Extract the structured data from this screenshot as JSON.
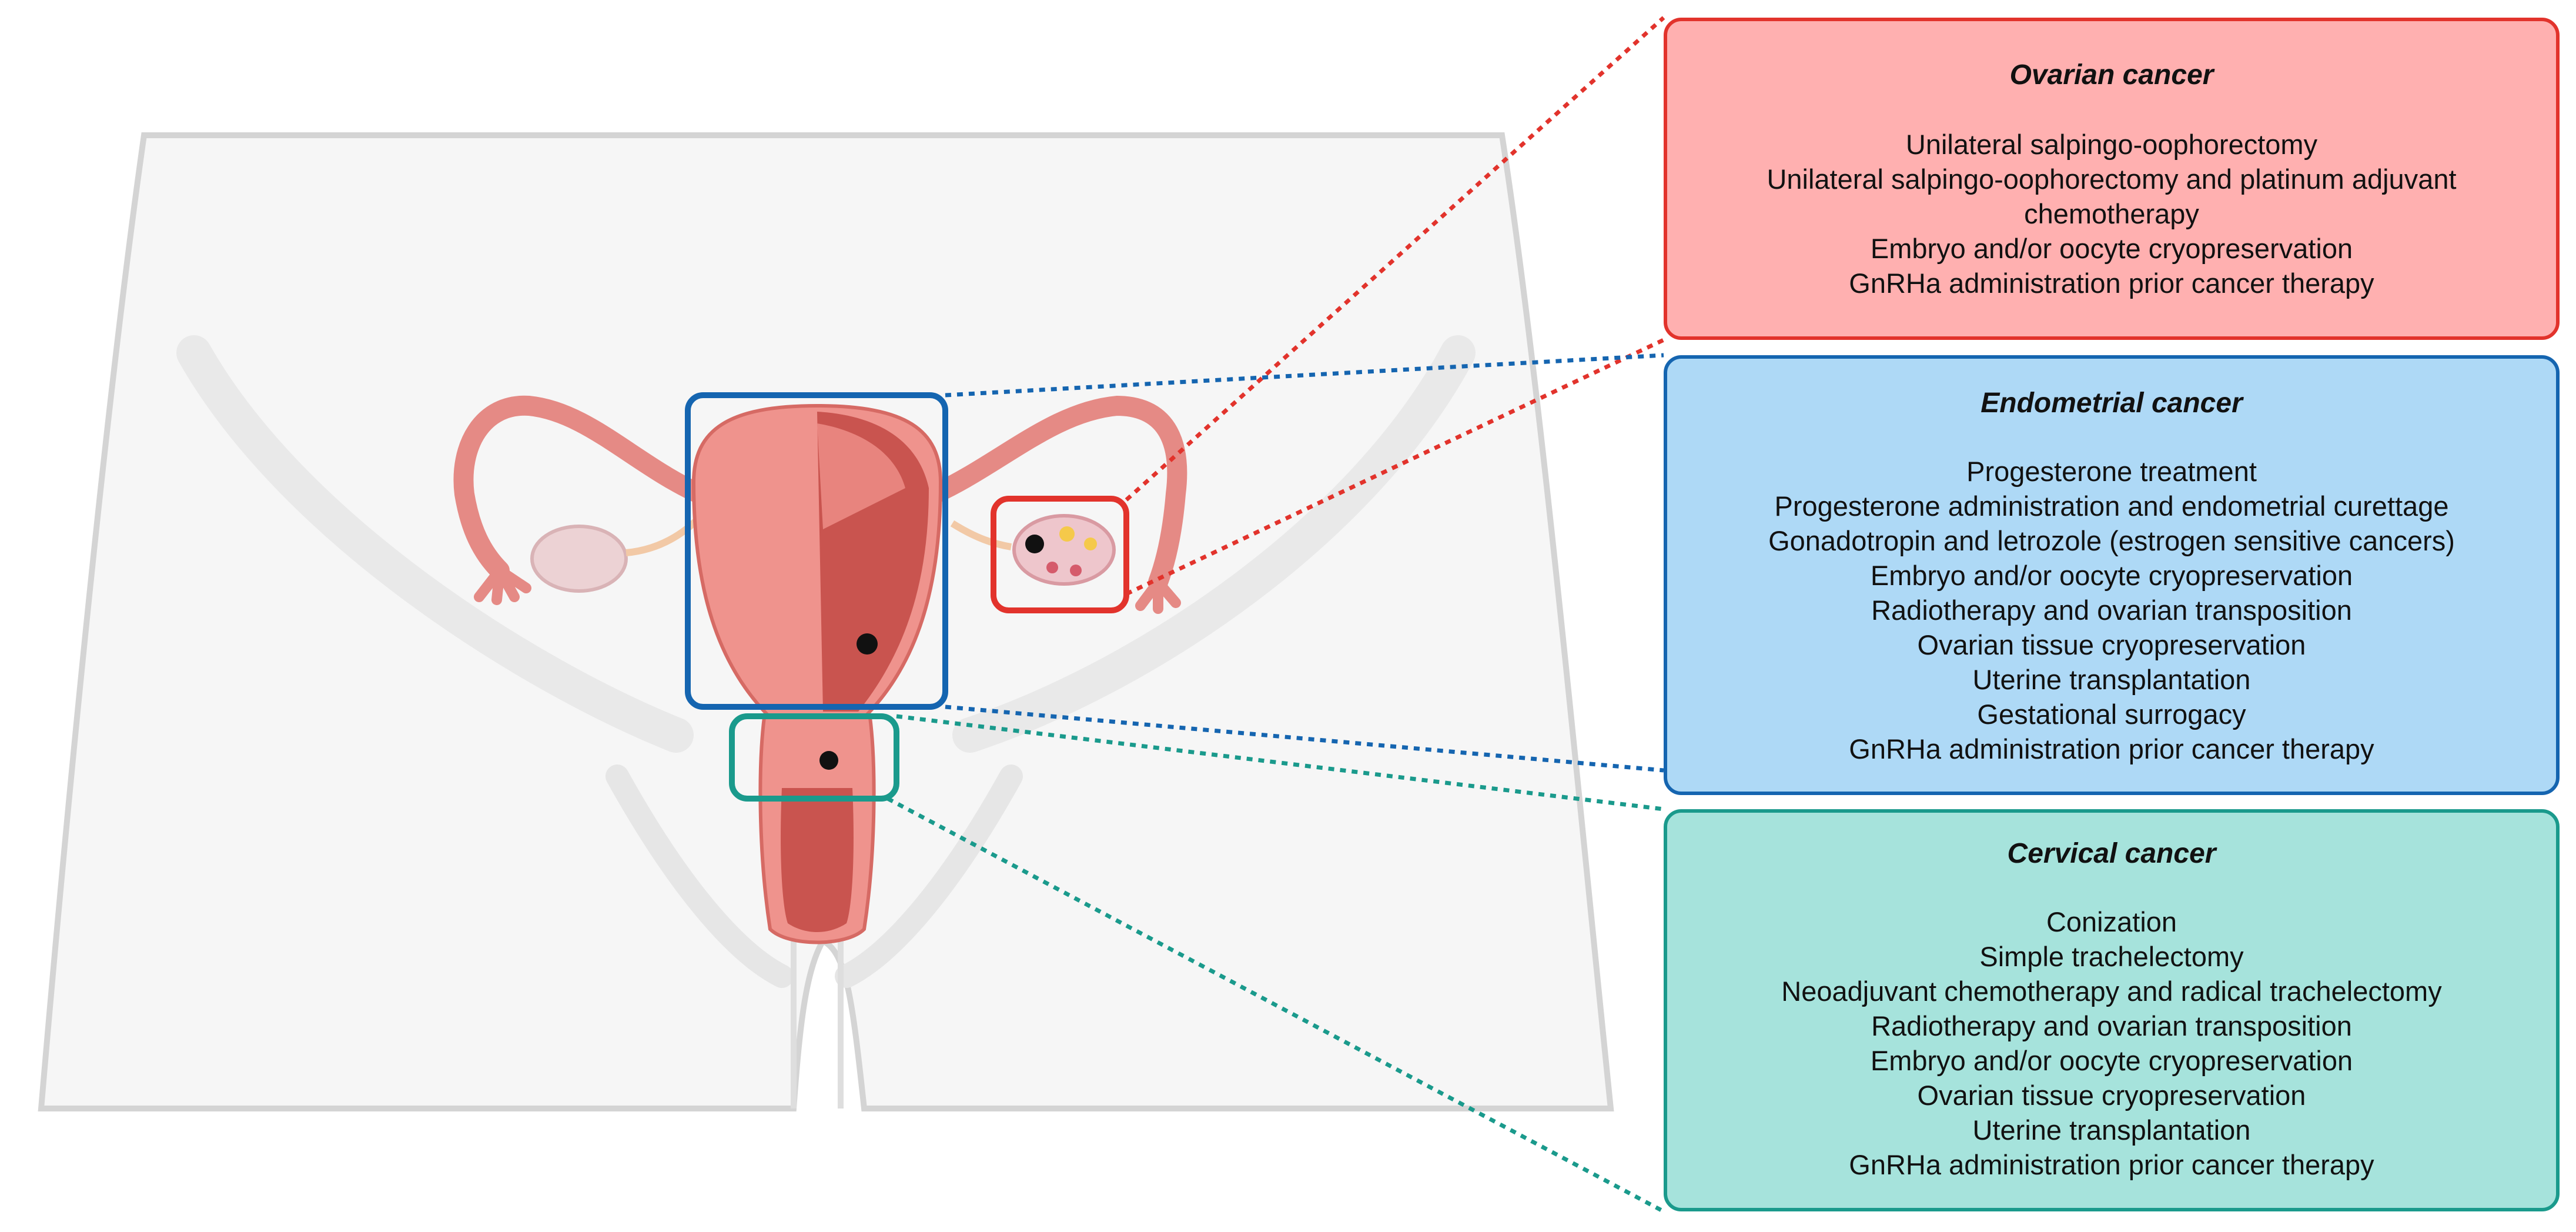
{
  "colors": {
    "ovarian_fill": "#ffb0b0",
    "ovarian_border": "#e2332c",
    "endometrial_fill": "#aed9f6",
    "endometrial_border": "#1565b0",
    "cervical_fill": "#a6e3dc",
    "cervical_border": "#1a9a8c",
    "tissue": "#ec8b86",
    "tissue_dark": "#c9534e",
    "tumor": "#111111"
  },
  "ovarian": {
    "title": "Ovarian cancer",
    "items": [
      "Unilateral salpingo-oophorectomy",
      "Unilateral salpingo-oophorectomy and platinum adjuvant chemotherapy",
      "Embryo and/or oocyte cryopreservation",
      "GnRHa administration prior cancer therapy"
    ]
  },
  "endometrial": {
    "title": "Endometrial cancer",
    "items": [
      "Progesterone treatment",
      "Progesterone administration and endometrial curettage",
      "Gonadotropin and letrozole (estrogen sensitive cancers)",
      "Embryo and/or oocyte cryopreservation",
      "Radiotherapy and ovarian transposition",
      "Ovarian tissue cryopreservation",
      "Uterine transplantation",
      "Gestational surrogacy",
      "GnRHa administration prior cancer therapy"
    ]
  },
  "cervical": {
    "title": "Cervical cancer",
    "items": [
      "Conization",
      "Simple trachelectomy",
      "Neoadjuvant chemotherapy and radical trachelectomy",
      "Radiotherapy and ovarian transposition",
      "Embryo and/or oocyte cryopreservation",
      "Ovarian tissue cryopreservation",
      "Uterine transplantation",
      "GnRHa administration prior cancer therapy"
    ]
  }
}
